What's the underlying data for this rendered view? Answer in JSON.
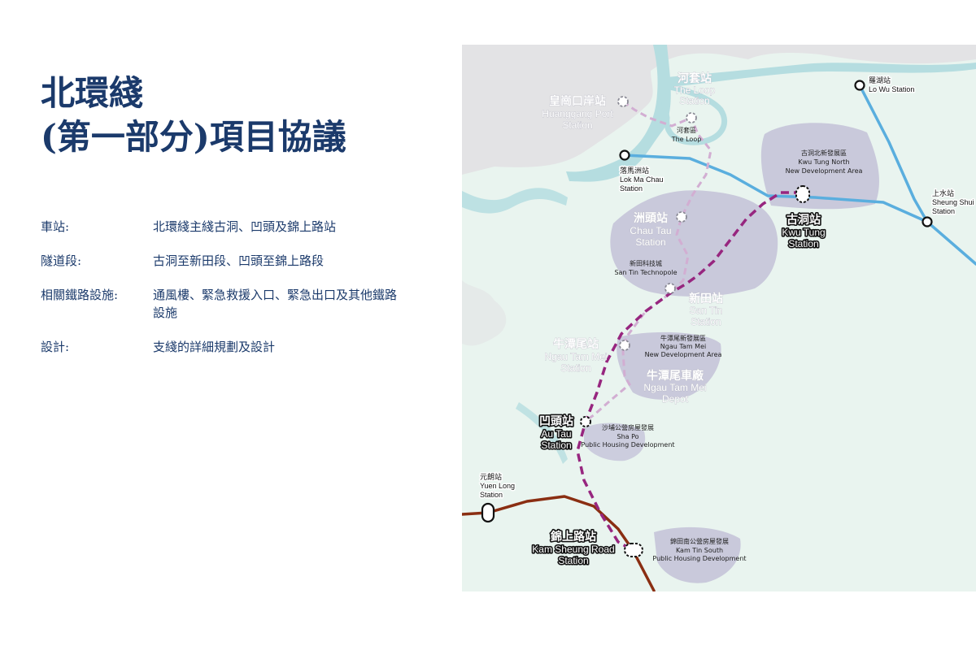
{
  "title": {
    "line1": "北環綫",
    "line2": "(第一部分)項目協議"
  },
  "info": [
    {
      "label": "車站:",
      "value": "北環綫主綫古洞、凹頭及錦上路站"
    },
    {
      "label": "隧道段:",
      "value": "古洞至新田段、凹頭至錦上路段"
    },
    {
      "label": "相關鐵路設施:",
      "value": "通風樓、緊急救援入口、緊急出口及其他鐵路設施"
    },
    {
      "label": "設計:",
      "value": "支綫的詳細規劃及設計"
    }
  ],
  "map": {
    "colors": {
      "background": "#e9f4ef",
      "land_gray": "#e3e3e5",
      "water": "#b5dde0",
      "development": "#c9c9db",
      "east_rail": "#5aaede",
      "west_rail": "#8a2e12",
      "northern_link_main": "#97267f",
      "spur_line": "#d2aed2"
    },
    "stations": {
      "lo_wu": {
        "zh": "羅湖站",
        "en": "Lo Wu Station"
      },
      "sheung_shui": {
        "zh": "上水站",
        "en1": "Sheung Shui",
        "en2": "Station"
      },
      "lok_ma_chau": {
        "zh": "落馬洲站",
        "en1": "Lok Ma Chau",
        "en2": "Station"
      },
      "yuen_long": {
        "zh": "元朗站",
        "en1": "Yuen Long",
        "en2": "Station"
      },
      "kwu_tung": {
        "zh": "古洞站",
        "en1": "Kwu Tung",
        "en2": "Station"
      },
      "au_tau": {
        "zh": "凹頭站",
        "en1": "Au Tau",
        "en2": "Station"
      },
      "kam_sheung_road": {
        "zh": "錦上路站",
        "en1": "Kam Sheung Road",
        "en2": "Station"
      },
      "the_loop": {
        "zh": "河套站",
        "en1": "The Loop",
        "en2": "Station"
      },
      "huanggang": {
        "zh": "皇崗口岸站",
        "en1": "Huanggang Port",
        "en2": "Station"
      },
      "chau_tau": {
        "zh": "洲頭站",
        "en1": "Chau Tau",
        "en2": "Station"
      },
      "san_tin": {
        "zh": "新田站",
        "en1": "San Tin",
        "en2": "Station"
      },
      "ngau_tam_mei": {
        "zh": "牛潭尾站",
        "en1": "Ngau Tam Mei",
        "en2": "Station"
      }
    },
    "areas": {
      "kwu_tung_north": {
        "zh": "古洞北新發展區",
        "en1": "Kwu Tung North",
        "en2": "New Development Area"
      },
      "the_loop": {
        "zh": "河套區",
        "en": "The Loop"
      },
      "san_tin_technopole": {
        "zh": "新田科技城",
        "en": "San Tin Technopole"
      },
      "ngau_tam_mei_nda": {
        "zh": "牛潭尾新發展區",
        "en1": "Ngau Tam Mei",
        "en2": "New Development Area"
      },
      "ngau_tam_mei_depot": {
        "zh": "牛潭尾車廠",
        "en1": "Ngau Tam Mei",
        "en2": "Depot"
      },
      "sha_po": {
        "zh": "沙埔公營房屋發展",
        "en1": "Sha Po",
        "en2": "Public Housing Development"
      },
      "kam_tin_south": {
        "zh": "錦田南公營房屋發展",
        "en1": "Kam Tin South",
        "en2": "Public Housing Development"
      }
    }
  }
}
